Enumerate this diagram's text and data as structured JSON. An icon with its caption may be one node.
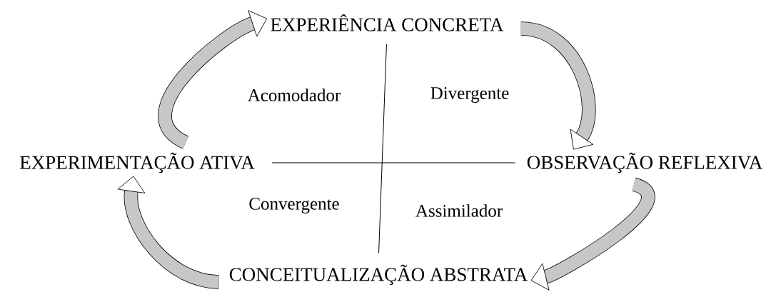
{
  "diagram": {
    "nodes": [
      {
        "text": [
          "EXPERIÊNCIA CONCRETA"
        ]
      },
      {
        "text": [
          "EXPERIMENTAÇÃO ATIVA"
        ]
      },
      {
        "text": [
          "OBSERVAÇÃO REFLEXIVA"
        ]
      },
      {
        "text": [
          "CONCEITUALIZAÇÃO ABSTRATA"
        ]
      }
    ],
    "edges": [
      {
        "from": 0,
        "to": 2,
        "arrow": "to"
      },
      {
        "from": 2,
        "to": 3,
        "arrow": "to"
      },
      {
        "from": 3,
        "to": 1,
        "arrow": "to"
      },
      {
        "from": 1,
        "to": 0,
        "arrow": "to"
      },
      {
        "from": 0,
        "to": 3,
        "arrow": "none"
      },
      {
        "from": 1,
        "to": 2,
        "arrow": "none"
      }
    ],
    "labels": [
      "Acomodador",
      "Divergente",
      "Convergente",
      "Assimilador"
    ]
  }
}
